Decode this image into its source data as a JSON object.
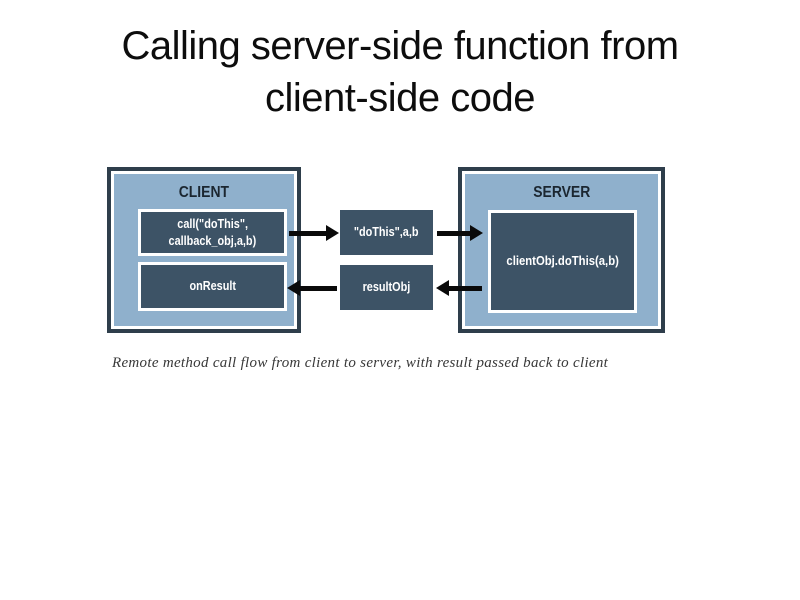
{
  "slide": {
    "title_line1": "Calling server-side function from",
    "title_line2": "client-side code",
    "caption": "Remote method call flow from client to server, with result passed back to client"
  },
  "diagram": {
    "client": {
      "label": "CLIENT",
      "call_box_line1": "call(\"doThis\",",
      "call_box_line2": "callback_obj,a,b)",
      "onresult_box": "onResult"
    },
    "middle": {
      "request_box": "\"doThis\",a,b",
      "response_box": "resultObj"
    },
    "server": {
      "label": "SERVER",
      "handler_box": "clientObj.doThis(a,b)"
    },
    "arrows": [
      {
        "name": "client-call-to-request",
        "direction": "right"
      },
      {
        "name": "request-to-server",
        "direction": "right"
      },
      {
        "name": "result-to-client",
        "direction": "left"
      },
      {
        "name": "server-to-result",
        "direction": "left"
      }
    ],
    "colors": {
      "panel_fill": "#8fb0cc",
      "panel_border": "#2e3e4b",
      "box_fill": "#3d5366",
      "box_border": "#ffffff",
      "box_text": "#ffffff",
      "label_text": "#1b2630",
      "arrow": "#0a0a0a",
      "title_text": "#0d0d0d",
      "caption_text": "#383838",
      "background": "#ffffff"
    }
  }
}
